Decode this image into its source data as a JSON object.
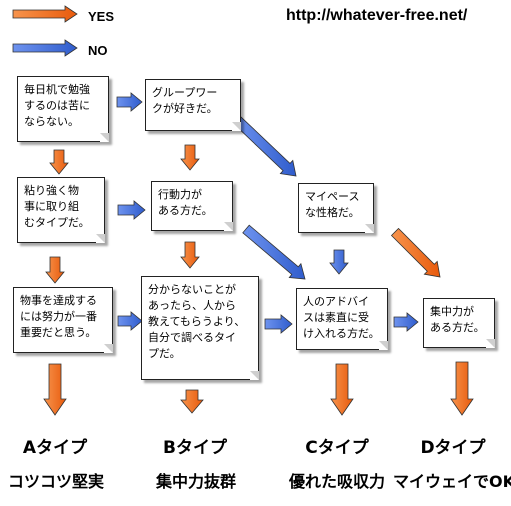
{
  "legend": {
    "yes_label": "YES",
    "no_label": "NO"
  },
  "site_url": "http://whatever-free.net/",
  "colors": {
    "yes": "#f26a1b",
    "no": "#3e6bd9"
  },
  "nodes": {
    "q1": "毎日机で勉強\nするのは苦に\nならない。",
    "q2": "グループワー\nクが好きだ。",
    "q3": "粘り強く物\n事に取り組\nむタイプだ。",
    "q4": "行動力が\nある方だ。",
    "q5": "マイペース\nな性格だ。",
    "q6": "物事を達成する\nには努力が一番\n重要だと思う。",
    "q7": "分からないことが\nあったら、人から\n教えてもらうより、\n自分で調べるタイ\nプだ。",
    "q8": "人のアドバイ\nスは素直に受\nけ入れる方だ。",
    "q9": "集中力が\nある方だ。"
  },
  "types": [
    {
      "name": "Aタイプ",
      "desc": "コツコツ堅実"
    },
    {
      "name": "Bタイプ",
      "desc": "集中力抜群"
    },
    {
      "name": "Cタイプ",
      "desc": "優れた吸収力"
    },
    {
      "name": "Dタイプ",
      "desc": "マイウェイでOK"
    }
  ]
}
